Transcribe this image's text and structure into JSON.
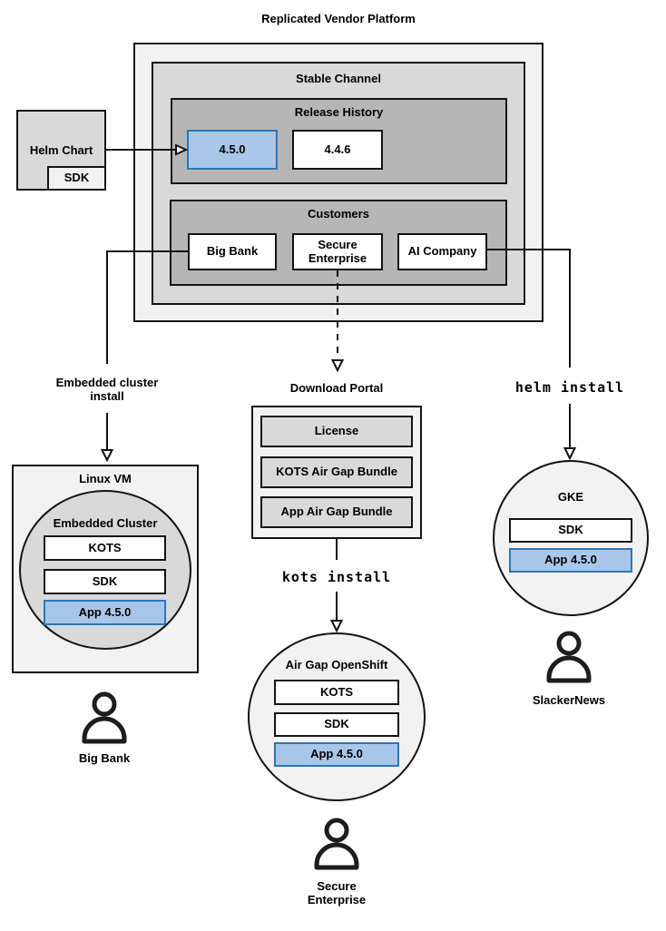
{
  "title": "Replicated Vendor Platform",
  "stable_channel": {
    "label": "Stable Channel",
    "release_history": {
      "label": "Release History",
      "releases": [
        "4.5.0",
        "4.4.6"
      ]
    },
    "customers": {
      "label": "Customers",
      "items": [
        "Big Bank",
        "Secure Enterprise",
        "AI Company"
      ]
    }
  },
  "helm_chart": {
    "label": "Helm Chart",
    "sdk": "SDK"
  },
  "flows": {
    "embedded": {
      "install_label": "Embedded cluster install",
      "host_label": "Linux VM",
      "cluster_label": "Embedded Cluster",
      "components": [
        "KOTS",
        "SDK",
        "App 4.5.0"
      ],
      "user": "Big Bank"
    },
    "airgap": {
      "portal_label": "Download Portal",
      "portal_items": [
        "License",
        "KOTS Air Gap Bundle",
        "App Air Gap Bundle"
      ],
      "install_label": "kots install",
      "cluster_label": "Air Gap OpenShift",
      "components": [
        "KOTS",
        "SDK",
        "App 4.5.0"
      ],
      "user": "Secure Enterprise"
    },
    "helm": {
      "install_label": "helm install",
      "cluster_label": "GKE",
      "components": [
        "SDK",
        "App 4.5.0"
      ],
      "user": "SlackerNews"
    }
  },
  "colors": {
    "highlight_fill": "#a8c7e8",
    "highlight_border": "#2e75b6",
    "highlight_text": "#1a5ca8",
    "box_light": "#f2f2f2",
    "box_mid": "#d9d9d9",
    "box_dark": "#b6b6b6"
  }
}
